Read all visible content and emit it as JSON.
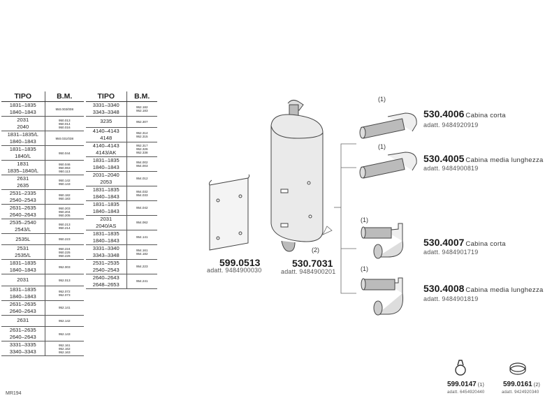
{
  "table1": {
    "headers": {
      "tipo": "TIPO",
      "bm": "B.M."
    },
    "rows": [
      {
        "tipo": [
          "1831–1835",
          "1840–1843"
        ],
        "bm": [
          "950.003/008"
        ]
      },
      {
        "tipo": [
          "2031",
          "2040"
        ],
        "bm": [
          "950.013",
          "950.014",
          "950.016"
        ]
      },
      {
        "tipo": [
          "1831–1835/L",
          "1840–1843"
        ],
        "bm": [
          "950.031/038"
        ]
      },
      {
        "tipo": [
          "1831–1835",
          "1840/L"
        ],
        "bm": [
          "950.044"
        ]
      },
      {
        "tipo": [
          "1831",
          "1835–1840/L"
        ],
        "bm": [
          "950.046",
          "950.063",
          "950.113"
        ]
      },
      {
        "tipo": [
          "2631",
          "2635"
        ],
        "bm": [
          "950.142",
          "950.143"
        ]
      },
      {
        "tipo": [
          "2531–2335",
          "2540–2543"
        ],
        "bm": [
          "950.182",
          "950.183"
        ]
      },
      {
        "tipo": [
          "2631–2635",
          "2640–2643"
        ],
        "bm": [
          "950.203",
          "950.204",
          "950.205"
        ]
      },
      {
        "tipo": [
          "2535–2540",
          "2543/L"
        ],
        "bm": [
          "950.213",
          "950.214"
        ]
      },
      {
        "tipo": [
          "2535L"
        ],
        "bm": [
          "950.223"
        ]
      },
      {
        "tipo": [
          "2531",
          "2535/L"
        ],
        "bm": [
          "950.224",
          "950.225",
          "950.226"
        ]
      },
      {
        "tipo": [
          "1831–1835",
          "1840–1843"
        ],
        "bm": [
          "952.003"
        ]
      },
      {
        "tipo": [
          "2031"
        ],
        "bm": [
          "952.013"
        ]
      },
      {
        "tipo": [
          "1831–1835",
          "1840–1843"
        ],
        "bm": [
          "952.072",
          "952.073"
        ]
      },
      {
        "tipo": [
          "2631–2635",
          "2640–2643"
        ],
        "bm": [
          "952.141"
        ]
      },
      {
        "tipo": [
          "2631"
        ],
        "bm": [
          "952.142"
        ]
      },
      {
        "tipo": [
          "2631–2635",
          "2640–2643"
        ],
        "bm": [
          "952.143"
        ]
      },
      {
        "tipo": [
          "3331–3335",
          "3340–3343"
        ],
        "bm": [
          "952.161",
          "952.162",
          "952.163"
        ]
      }
    ]
  },
  "table2": {
    "headers": {
      "tipo": "TIPO",
      "bm": "B.M."
    },
    "rows": [
      {
        "tipo": [
          "3331–3340",
          "3343–3348"
        ],
        "bm": [
          "952.182",
          "952.183"
        ]
      },
      {
        "tipo": [
          "3235"
        ],
        "bm": [
          "952.307"
        ]
      },
      {
        "tipo": [
          "4140–4143",
          "4148"
        ],
        "bm": [
          "952.314",
          "952.315"
        ]
      },
      {
        "tipo": [
          "4140–4143",
          "4143/AK"
        ],
        "bm": [
          "952.317",
          "952.326",
          "952.338"
        ]
      },
      {
        "tipo": [
          "1831–1835",
          "1840–1843"
        ],
        "bm": [
          "954.002",
          "954.003"
        ]
      },
      {
        "tipo": [
          "2031–2040",
          "2053"
        ],
        "bm": [
          "954.012"
        ]
      },
      {
        "tipo": [
          "1831–1835",
          "1840–1843"
        ],
        "bm": [
          "954.032",
          "954.033"
        ]
      },
      {
        "tipo": [
          "1831–1835",
          "1840–1843"
        ],
        "bm": [
          "954.042"
        ]
      },
      {
        "tipo": [
          "2031",
          "2040/AS"
        ],
        "bm": [
          "954.062"
        ]
      },
      {
        "tipo": [
          "1831–1835",
          "1840–1843"
        ],
        "bm": [
          "954.141"
        ]
      },
      {
        "tipo": [
          "3331–3340",
          "3343–3348"
        ],
        "bm": [
          "954.161",
          "954.182"
        ]
      },
      {
        "tipo": [
          "2531–2535",
          "2540–2543"
        ],
        "bm": [
          "954.223"
        ]
      },
      {
        "tipo": [
          "2640–2643",
          "2648–2653"
        ],
        "bm": [
          "954.241"
        ]
      }
    ]
  },
  "parts": {
    "shield": {
      "code": "599.0513",
      "adapt": "adatt. 9484900030"
    },
    "muffler": {
      "code": "530.7031",
      "adapt": "adatt. 9484900201",
      "note": "(2)"
    },
    "pipe1": {
      "code": "530.4006",
      "desc": "Cabina corta",
      "adapt": "adatt. 9484920919",
      "note": "(1)"
    },
    "pipe2": {
      "code": "530.4005",
      "desc": "Cabina media lunghezza",
      "adapt": "adatt. 9484900819",
      "note": "(1)"
    },
    "pipe3": {
      "code": "530.4007",
      "desc": "Cabina corta",
      "adapt": "adatt. 9484901719",
      "note": "(1)"
    },
    "pipe4": {
      "code": "530.4008",
      "desc": "Cabina media lunghezza",
      "adapt": "adatt. 9484901819",
      "note": "(1)"
    },
    "clamp1": {
      "code": "599.0147",
      "note": "(1)",
      "adapt": "adatt. 6454920440"
    },
    "clamp2": {
      "code": "599.0161",
      "note": "(2)",
      "adapt": "adatt. 9424920340"
    }
  },
  "footer": {
    "ref": "MR194"
  }
}
